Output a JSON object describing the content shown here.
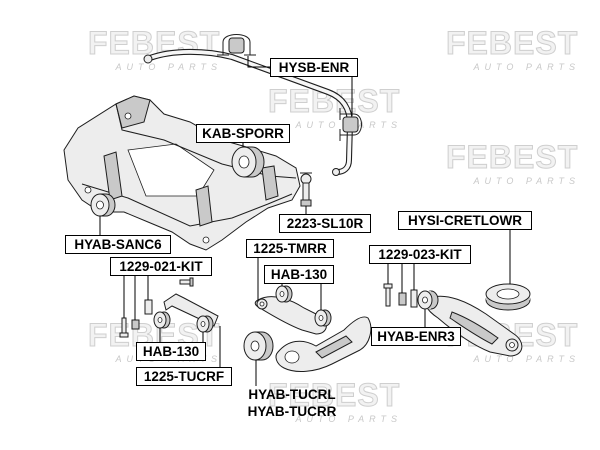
{
  "watermark": {
    "brand": "FEBEST",
    "tagline": "AUTO PARTS"
  },
  "labels": {
    "hysb_enr": "HYSB-ENR",
    "kab_sporr": "KAB-SPORR",
    "sl10r": "2223-SL10R",
    "hysi_cretlowr": "HYSI-CRETLOWR",
    "hyab_sanc6": "HYAB-SANC6",
    "tmrr": "1225-TMRR",
    "kit_023": "1229-023-KIT",
    "kit_021": "1229-021-KIT",
    "hab130_mid": "HAB-130",
    "hyab_enr3": "HYAB-ENR3",
    "hab130_left": "HAB-130",
    "tucrf": "1225-TUCRF",
    "tucrl": "HYAB-TUCRL",
    "tucrr": "HYAB-TUCRR"
  },
  "colors": {
    "background": "#ffffff",
    "label_border": "#000000",
    "label_text": "#000000",
    "watermark_fill": "#f2f2f2",
    "watermark_stroke": "#cfcfcf",
    "part_outline": "#1e1e1e",
    "part_fill": "#ededed",
    "part_shade": "#c9c9c9",
    "leader_line": "#000000"
  }
}
